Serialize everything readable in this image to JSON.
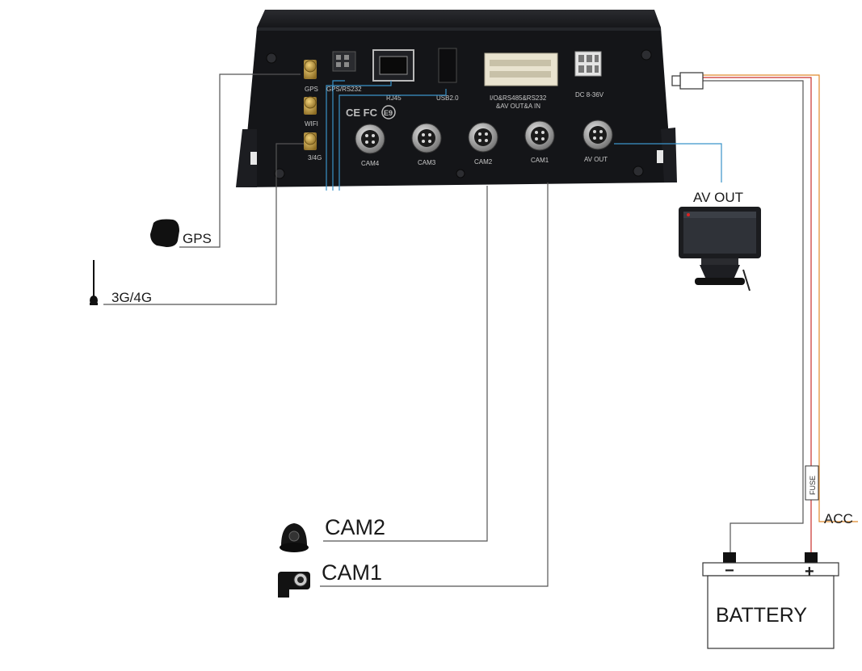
{
  "device": {
    "antenna_labels": {
      "gps": "GPS",
      "wifi": "WIFI",
      "cellular": "3/4G"
    },
    "port_labels": {
      "gps_rs232": "GPS/RS232",
      "rj45": "RJ45",
      "usb": "USB2.0",
      "io_line1": "I/O&RS485&RS232",
      "io_line2": "&AV OUT&A IN",
      "dc": "DC 8-36V"
    },
    "cert_marks": "CE FC",
    "e_mark": "E9",
    "camera_ports": [
      "CAM4",
      "CAM3",
      "CAM2",
      "CAM1",
      "AV OUT"
    ]
  },
  "external": {
    "gps_label": "GPS",
    "cellular_label": "3G/4G",
    "monitor_label": "AV OUT",
    "cam2_label": "CAM2",
    "cam1_label": "CAM1",
    "fuse_label": "FUSE",
    "acc_label": "ACC",
    "battery_label": "BATTERY",
    "battery_minus": "−",
    "battery_plus": "+"
  },
  "colors": {
    "device_body": "#141518",
    "wire_gray": "#555555",
    "wire_blue": "#3a93c9",
    "wire_red": "#c9302c",
    "wire_orange": "#e08a2c",
    "antenna_gold": "#b7913a"
  }
}
